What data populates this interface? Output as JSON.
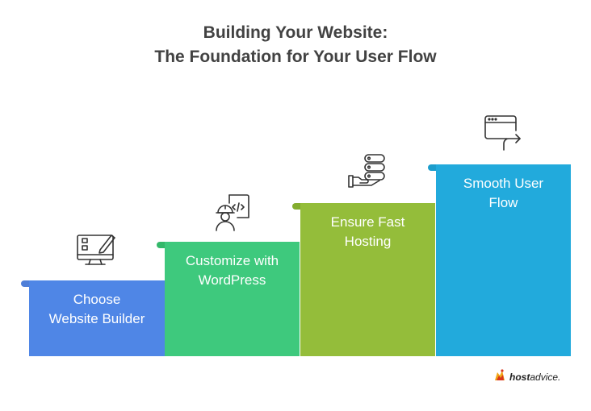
{
  "title": {
    "line1": "Building Your Website:",
    "line2": "The Foundation for Your User Flow"
  },
  "steps": [
    {
      "label_line1": "Choose",
      "label_line2": "Website Builder",
      "icon": "website-builder-icon",
      "color": "#4f86e6"
    },
    {
      "label_line1": "Customize with",
      "label_line2": "WordPress",
      "icon": "developer-icon",
      "color": "#3ec97d"
    },
    {
      "label_line1": "Ensure Fast",
      "label_line2": "Hosting",
      "icon": "server-hosting-icon",
      "color": "#94bd3a"
    },
    {
      "label_line1": "Smooth User",
      "label_line2": "Flow",
      "icon": "browser-redirect-icon",
      "color": "#22aadc"
    }
  ],
  "brand": {
    "bold": "host",
    "rest": "advice.",
    "icon": "hostadvice-logo-icon"
  }
}
